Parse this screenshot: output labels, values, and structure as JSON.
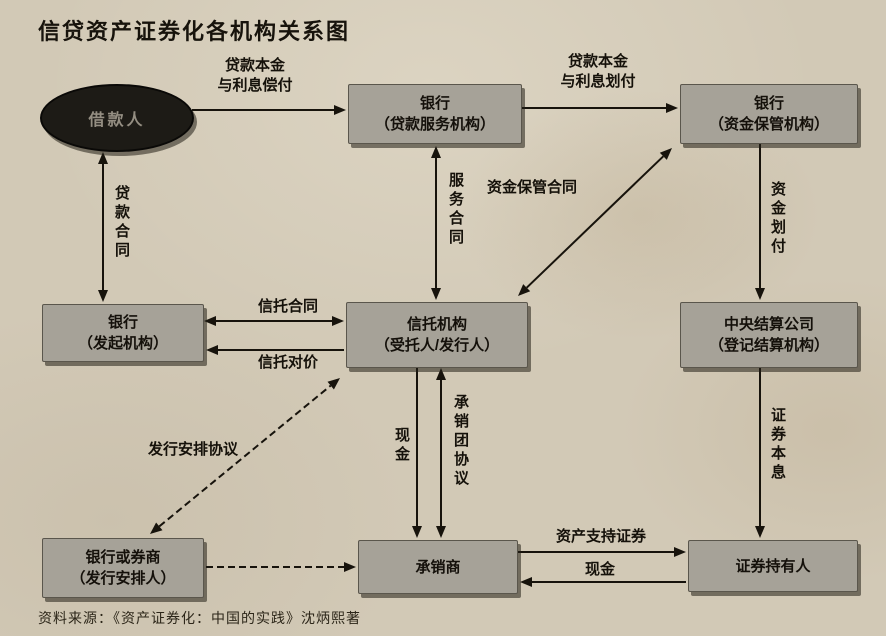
{
  "title": "信贷资产证券化各机构关系图",
  "source": "资料来源：《资产证券化：中国的实践》沈炳熙著",
  "nodes": {
    "borrower": {
      "label": "借款人"
    },
    "loan_service_bank": {
      "line1": "银行",
      "line2": "（贷款服务机构）"
    },
    "custodian_bank": {
      "line1": "银行",
      "line2": "（资金保管机构）"
    },
    "originator_bank": {
      "line1": "银行",
      "line2": "（发起机构）"
    },
    "trust": {
      "line1": "信托机构",
      "line2": "（受托人/发行人）"
    },
    "ccdc": {
      "line1": "中央结算公司",
      "line2": "（登记结算机构）"
    },
    "arranger": {
      "line1": "银行或券商",
      "line2": "（发行安排人）"
    },
    "underwriter": {
      "label": "承销商"
    },
    "holders": {
      "label": "证券持有人"
    }
  },
  "edges": {
    "loan_repay_line1": "贷款本金",
    "loan_repay_line2": "与利息偿付",
    "loan_transfer_line1": "贷款本金",
    "loan_transfer_line2": "与利息划付",
    "loan_contract": "贷款合同",
    "service_contract": "服务合同",
    "custody_contract": "资金保管合同",
    "fund_transfer": "资金划付",
    "trust_contract": "信托合同",
    "trust_consideration": "信托对价",
    "securities_principal_interest": "证券本息",
    "cash_to_underwriter": "现金",
    "underwriting_syndicate_agreement": "承销团协议",
    "issuance_arrangement_agreement": "发行安排协议",
    "asset_backed_securities": "资产支持证券",
    "cash_bottom": "现金"
  },
  "colors": {
    "background": "#d2c9b6",
    "node_fill": "#a6a298",
    "node_shadow": "#231f16",
    "ellipse_fill": "#1d1b16",
    "line": "#17130c",
    "text": "#15110a"
  }
}
